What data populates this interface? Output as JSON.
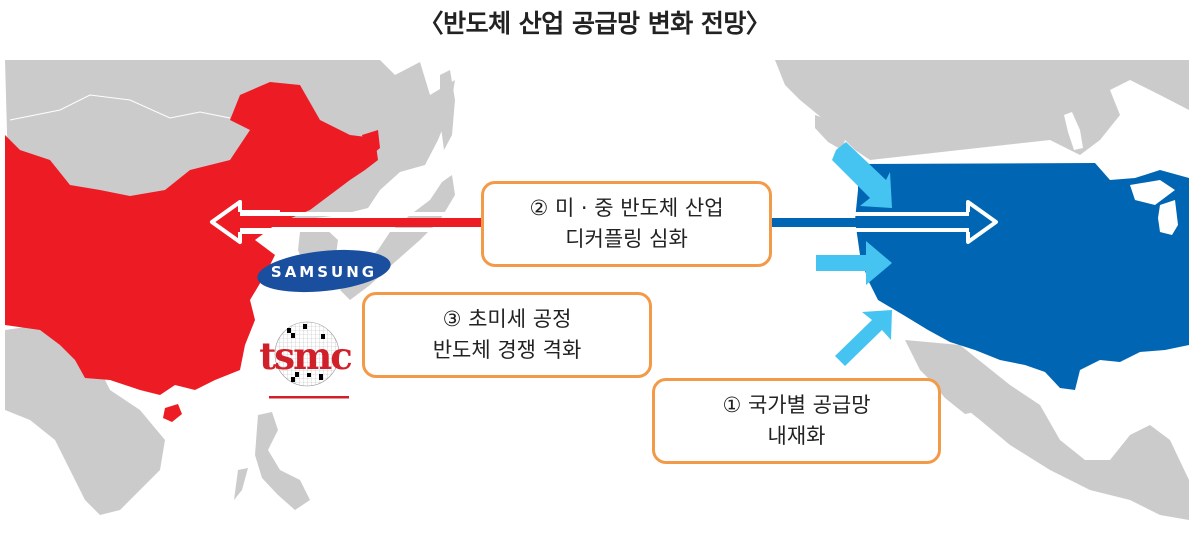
{
  "title": "〈반도체 산업 공급망 변화 전망〉",
  "colors": {
    "china": "#ed1c24",
    "usa": "#0066b3",
    "land": "#cccbcc",
    "callout_border": "#f39a48",
    "inflow_arrow": "#45c4f1",
    "samsung_blue": "#1a4fa0",
    "tsmc_red": "#d0202a"
  },
  "callouts": [
    {
      "id": 1,
      "line1": "① 국가별 공급망",
      "line2": "내재화"
    },
    {
      "id": 2,
      "line1": "② 미 · 중 반도체 산업",
      "line2": "디커플링 심화"
    },
    {
      "id": 3,
      "line1": "③ 초미세 공정",
      "line2": "반도체 경쟁 격화"
    }
  ],
  "logos": {
    "samsung": "SAMSUNG",
    "tsmc": "tsmc"
  },
  "regions": {
    "left": "China (highlighted red)",
    "right": "United States (highlighted blue)"
  }
}
